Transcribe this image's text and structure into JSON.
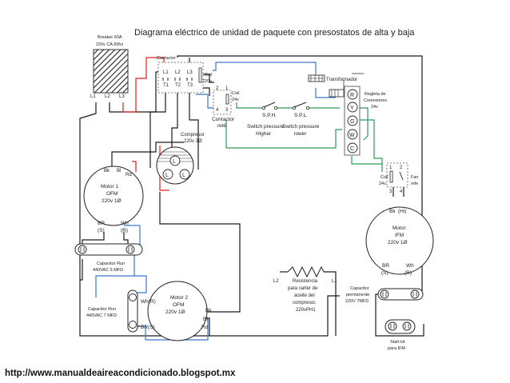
{
  "title": "Diagrama  eléctrico de unidad de paquete con presostatos de alta y baja",
  "url": "http://www.manualdeaireacondicionado.blogspot.mx",
  "breaker": {
    "line1": "Breaker 60A",
    "line2": "220v CA 60hz",
    "l1": "L1",
    "l2": "L2",
    "l3": "L3"
  },
  "contactor": {
    "label": "Contactor",
    "top": [
      "L1",
      "L2",
      "L3"
    ],
    "bottom": [
      "T1",
      "T2",
      "T3"
    ],
    "coil_line1": "Coil",
    "coil_line2": "220v"
  },
  "contactor_relay": {
    "coil_line1": "Coil",
    "coil_line2": "24v",
    "label_line1": "Contactor",
    "label_line2": "relé",
    "pins": [
      "2",
      "1",
      "4",
      "3"
    ]
  },
  "sph": {
    "name": "S.P.H.",
    "line1": "Switch pressure",
    "line2": "Higher"
  },
  "spl": {
    "name": "S.P.L.",
    "line1": "Switch pressure",
    "line2": "lower"
  },
  "transformer": {
    "label": "Transformador"
  },
  "terminal": {
    "label_line1": "Regleta de",
    "label_line2": "Conexiones",
    "label_line3": "24v",
    "terminals": [
      "R",
      "Y",
      "G",
      "W",
      "C"
    ]
  },
  "compressor": {
    "line1": "Compresor",
    "line2": "220v 3Ø",
    "terminal": "L"
  },
  "motor1": {
    "line1": "Motor 1",
    "line2": "OFM",
    "line3": "220v 1Ø",
    "bk": "Bk",
    "bl": "Bl",
    "rd": "Rd",
    "br": "BR",
    "br_s": "(S)",
    "wh": "Wh",
    "wh_r": "(R)"
  },
  "cap1": {
    "line1": "Capacitor Run",
    "line2": "440VAC  5 MFD"
  },
  "motor2": {
    "line1": "Motor 2",
    "line2": "OFM",
    "line3": "220v 1Ø",
    "wh": "Wh(R)",
    "br": "BR(S)",
    "bk": "Bk",
    "bl": "Bl",
    "rd": "Rd"
  },
  "cap2": {
    "line1": "Capacitor Run",
    "line2": "440VAC  7 MFD"
  },
  "heater": {
    "l2": "L2",
    "l1": "L1",
    "line1": "Resistencia",
    "line2": "para carter de",
    "line3": "aceite del",
    "line4": "compresor.",
    "line5": "220vPH1"
  },
  "fan_relay": {
    "coil_line1": "Coil",
    "coil_line2": "24v",
    "label_line1": "Fan",
    "label_line2": "rele",
    "pins": [
      "1",
      "2",
      "3",
      "4"
    ]
  },
  "ifm": {
    "line1": "Motor",
    "line2": "IFM",
    "line3": "220v 1Ø",
    "bk": "Bk",
    "hi": "(Hi)",
    "br": "BR",
    "br_s": "(S)",
    "wh": "Wh",
    "wh_r": "(R)"
  },
  "cap3": {
    "line1": "Capacitor",
    "line2": "permanente",
    "line3": "220V  7MFD"
  },
  "startkit": {
    "line1": "Start kit",
    "line2": "para IFM"
  },
  "colors": {
    "black": "#1a1a1a",
    "red": "#e02020",
    "blue": "#3a78c9",
    "green": "#2e9a5a",
    "gray": "#777777"
  }
}
